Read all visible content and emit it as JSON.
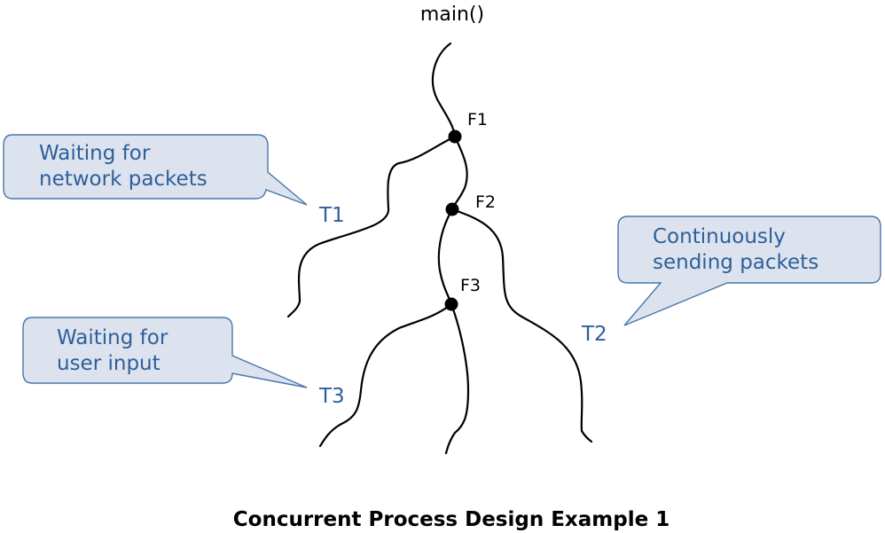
{
  "main_label": "main()",
  "forks": [
    "F1",
    "F2",
    "F3"
  ],
  "threads": [
    "T1",
    "T2",
    "T3"
  ],
  "callouts": {
    "t1": [
      "Waiting for",
      "network packets"
    ],
    "t2": [
      "Continuously",
      "sending packets"
    ],
    "t3": [
      "Waiting for",
      "user input"
    ]
  },
  "caption": "Concurrent Process Design Example 1",
  "colors": {
    "callout_fill": "#dce3ee",
    "callout_border": "#4a76aa",
    "callout_text": "#2e5f99",
    "line": "#000000"
  }
}
